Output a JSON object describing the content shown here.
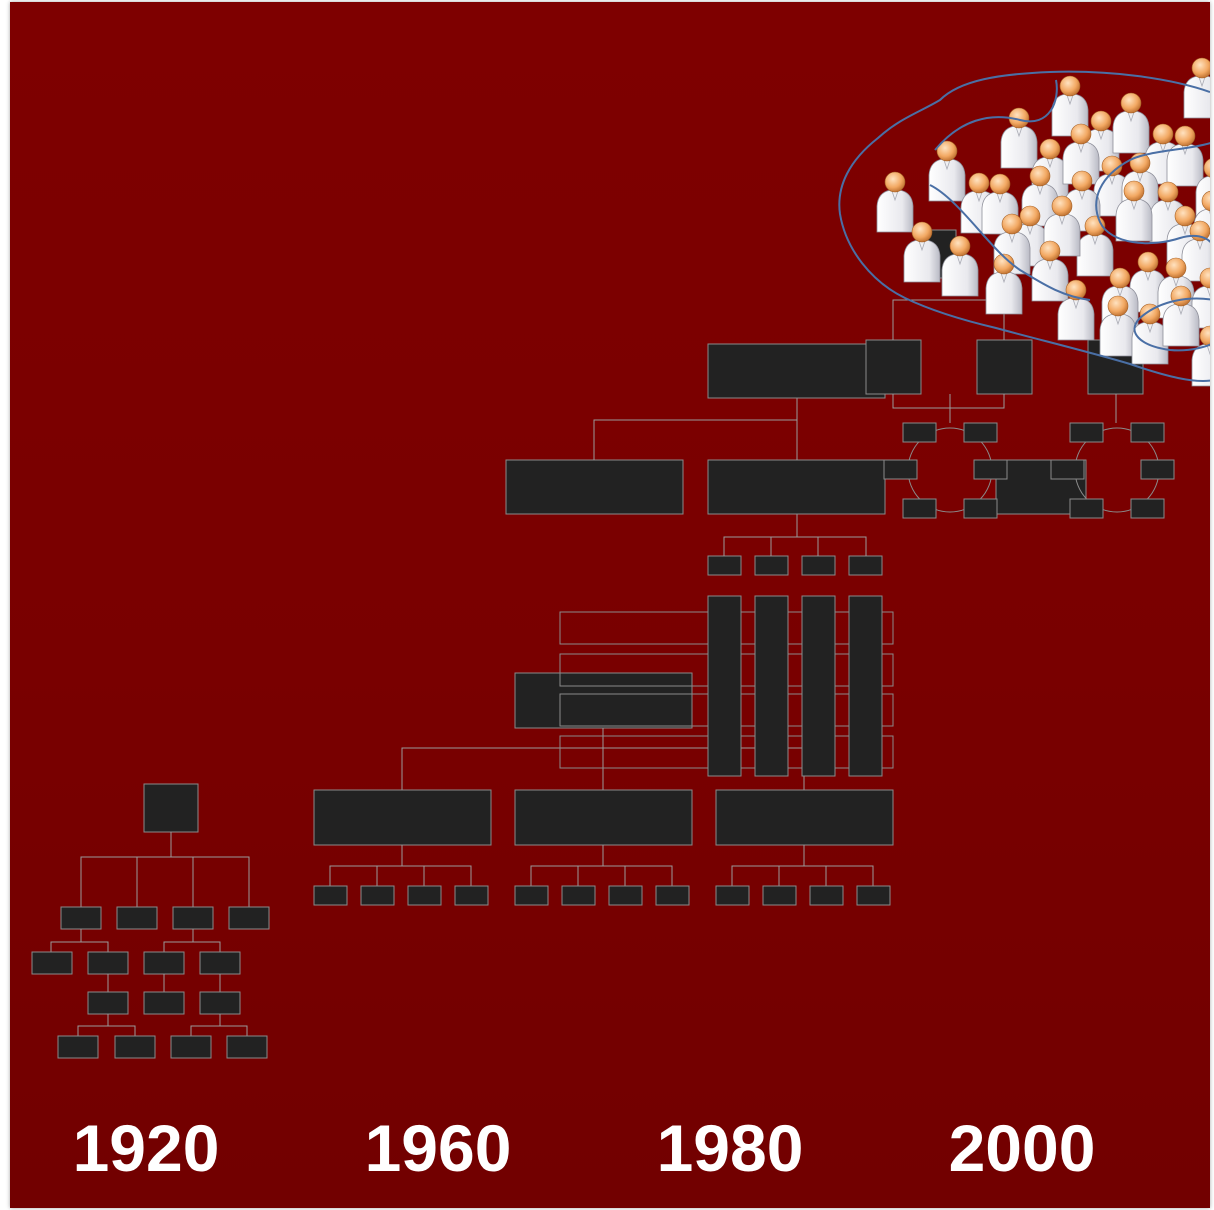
{
  "eras": [
    {
      "year": "1920"
    },
    {
      "year": "1960"
    },
    {
      "year": "1980"
    },
    {
      "year": "2000"
    }
  ],
  "colors": {
    "background": "#790000",
    "box_fill": "#222222",
    "box_stroke": "#8a8a8a",
    "connector": "#9a9a9a",
    "cloud_outline": "#4a6fa5",
    "label": "#ffffff"
  }
}
